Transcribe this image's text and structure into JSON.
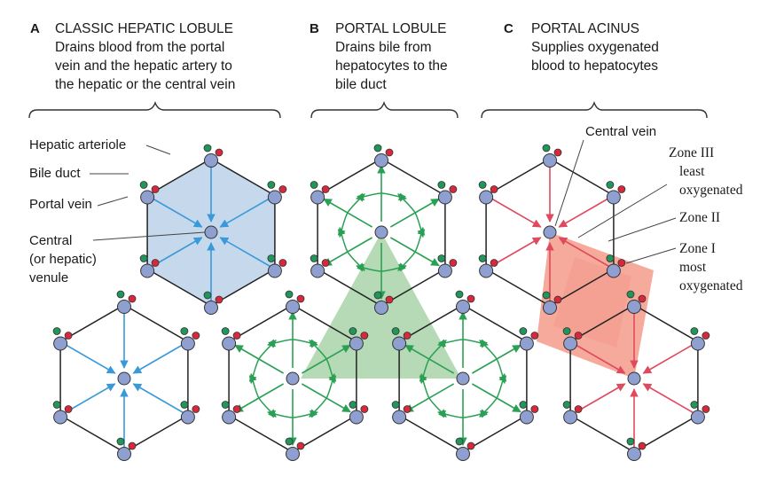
{
  "panels": [
    {
      "letter": "A",
      "title": "CLASSIC HEPATIC LOBULE",
      "lines": [
        "Drains blood from the portal",
        "vein and the hepatic artery to",
        "the hepatic or the central vein"
      ]
    },
    {
      "letter": "B",
      "title": "PORTAL LOBULE",
      "lines": [
        "Drains bile from",
        "hepatocytes to the",
        "bile duct"
      ]
    },
    {
      "letter": "C",
      "title": "PORTAL ACINUS",
      "lines": [
        "Supplies oxygenated",
        "blood to hepatocytes"
      ]
    }
  ],
  "labels_a": {
    "hepatic_arteriole": "Hepatic arteriole",
    "bile_duct": "Bile duct",
    "portal_vein": "Portal vein",
    "central_lines": [
      "Central",
      "(or hepatic)",
      "venule"
    ]
  },
  "labels_c": {
    "central_vein": "Central vein",
    "zone3_lines": [
      "Zone III",
      "least",
      "oxygenated"
    ],
    "zone2": "Zone II",
    "zone1_lines": [
      "Zone I",
      "most",
      "oxygenated"
    ]
  },
  "colors": {
    "hexagon_outline": "#222222",
    "lobule_fill": "#c5d8ec",
    "blood_flow_arrow": "#3a9ad9",
    "bile_flow_arrow": "#2aa055",
    "portal_triangle_fill": "#a8d3a8",
    "acinus_arrow": "#e04a5e",
    "acinus_fill": "#f6a596",
    "portal_vein": "#8f9fd0",
    "hepatic_arteriole": "#d8283c",
    "bile_duct": "#22955a"
  }
}
